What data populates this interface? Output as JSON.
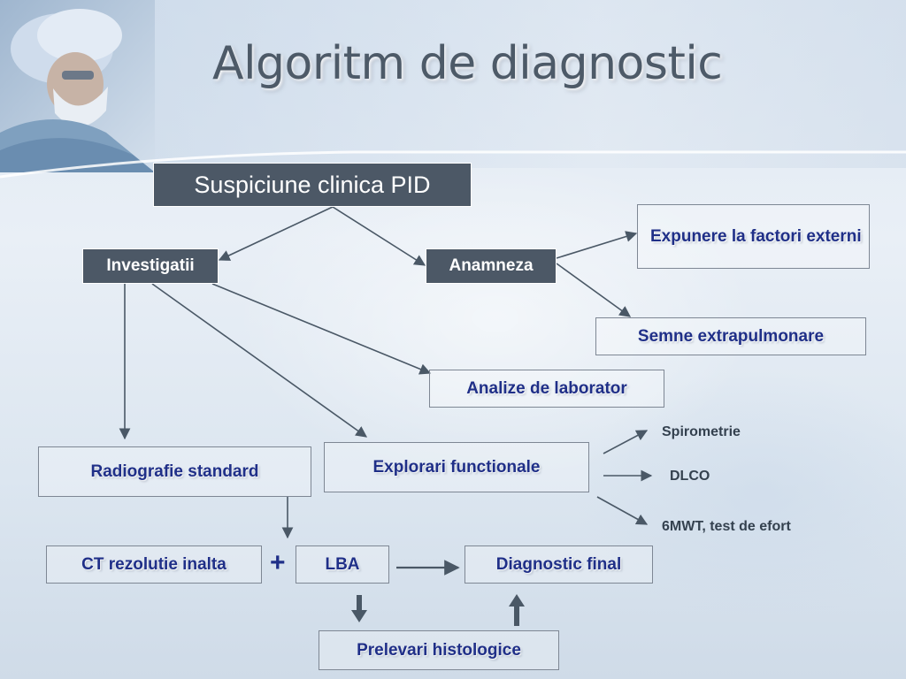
{
  "title": "Algoritm de diagnostic",
  "nodes": {
    "suspiciune": "Suspiciune clinica PID",
    "investigatii": "Investigatii",
    "anamneza": "Anamneza",
    "expunere": "Expunere la factori externi",
    "semne": "Semne extrapulmonare",
    "analize": "Analize de laborator",
    "radiografie": "Radiografie standard",
    "explorari": "Explorari functionale",
    "ct": "CT rezolutie inalta",
    "plus": "+",
    "lba": "LBA",
    "diagnostic": "Diagnostic final",
    "prelevari": "Prelevari histologice"
  },
  "explorari_items": {
    "spirometrie": "Spirometrie",
    "dlco": "DLCO",
    "sixmwt": "6MWT, test de efort"
  },
  "colors": {
    "dark_box": "#4c5866",
    "text_blue": "#1f2f88",
    "title": "#4d5a68",
    "arrow": "#4a5866"
  }
}
